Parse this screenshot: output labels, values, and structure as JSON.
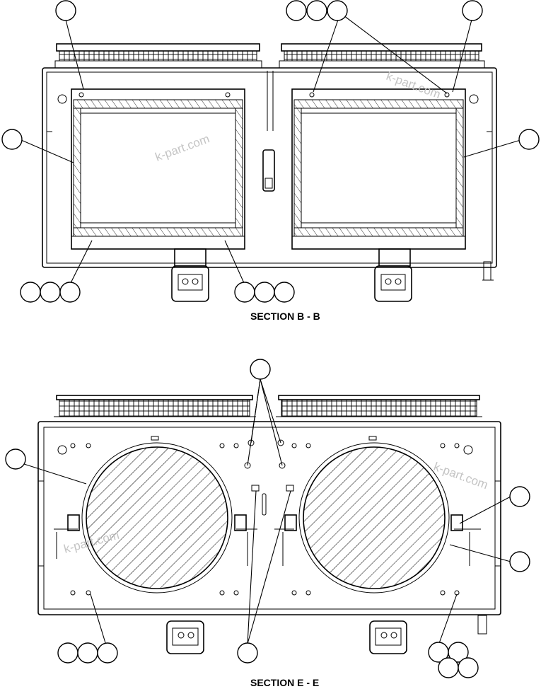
{
  "diagram": {
    "sections": [
      {
        "caption": "SECTION B - B"
      },
      {
        "caption": "SECTION E - E"
      }
    ],
    "watermark": "k-part.com",
    "colors": {
      "line": "#000000",
      "background": "#ffffff",
      "watermark": "#c4c4c4"
    }
  }
}
